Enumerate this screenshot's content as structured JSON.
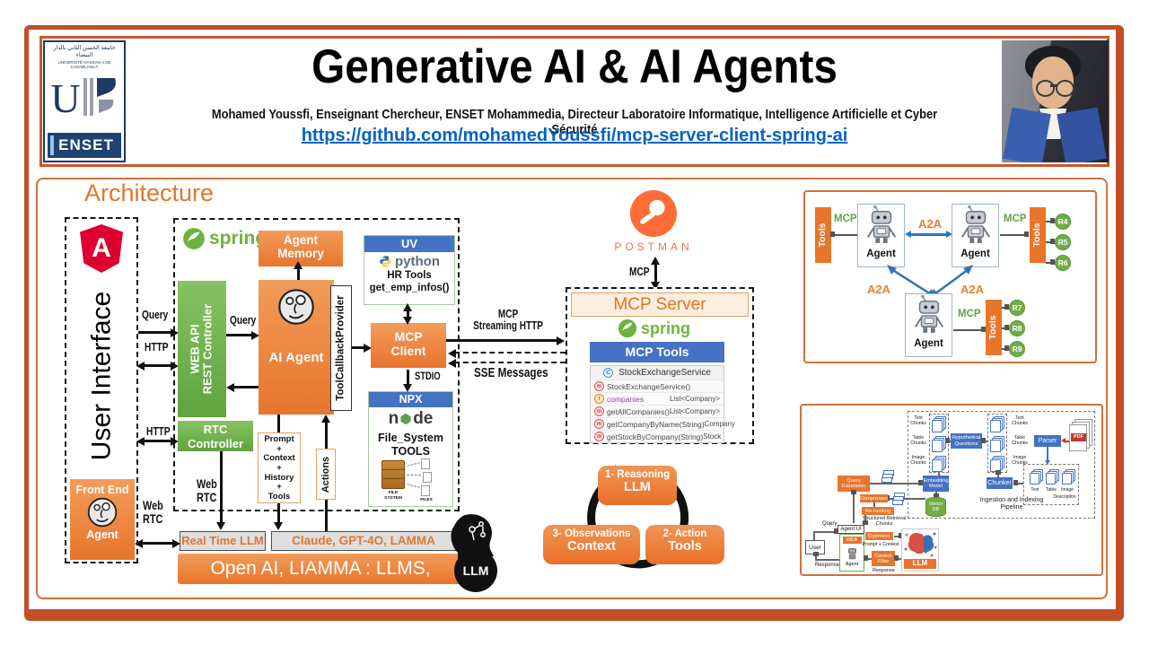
{
  "header": {
    "logo": {
      "arabic": "جامعة الحسن الثاني بالدار البيضاء",
      "university": "UNIVERSITÉ HASSAN II DE CASABLANCA",
      "monogram": "U",
      "enset": "ENSET"
    },
    "title": "Generative AI & AI Agents",
    "subtitle": "Mohamed Youssfi, Enseignant Chercheur, ENSET Mohammedia, Directeur Laboratoire Informatique, Intelligence Artificielle et Cyber Sécurité",
    "link": "https://github.com/mohamedYoussfi/mcp-server-client-spring-ai"
  },
  "arch": {
    "title": "Architecture",
    "user_interface": "User Interface",
    "front_end": {
      "line1": "Front End",
      "line2": "Agent"
    },
    "labels": {
      "query_ui": "Query",
      "http_ui": "HTTP",
      "http_rtc": "HTTP",
      "web_rtc_ui": "Web\nRTC",
      "web_rtc_ctrl": "Web\nRTC",
      "query_app": "Query",
      "stdio": "STDIO",
      "mcp_streaming": "MCP\nStreaming HTTP",
      "sse": "SSE Messages",
      "mcp_postman": "MCP"
    },
    "spring": "spring",
    "agent_memory": "Agent\nMemory",
    "web_api": "WEB API\nREST Controller",
    "ai_agent": "AI Agent",
    "tool_callback": "ToolCallbackProvider",
    "mcp_client": "MCP\nClient",
    "rtc": "RTC\nController",
    "prompt_stack": "Prompt\n+\nContext\n+\nHistory\n+\nTools",
    "actions": "Actions",
    "uv": {
      "header": "UV",
      "brand": "python",
      "tools": "HR Tools\nget_emp_infos()"
    },
    "npx": {
      "header": "NPX",
      "brand_n": "n",
      "brand_de": "de",
      "tools": "File_System\nTOOLS",
      "file_system": "FILE\nSYSTEM",
      "files": "FILES"
    },
    "real_time_llm": "Real Time LLM",
    "claude": "Claude, GPT-4O, LAMMA",
    "open_ai": "Open AI, LIAMMA : LLMS,",
    "llm_badge": "LLM",
    "postman": "POSTMAN"
  },
  "mcp_server": {
    "title": "MCP Server",
    "spring": "spring",
    "tools_header": "MCP Tools",
    "klass": "StockExchangeService",
    "rows": [
      {
        "icon": "m",
        "name": "StockExchangeService()",
        "type": ""
      },
      {
        "icon": "f",
        "name": "companies",
        "type": "List<Company>"
      },
      {
        "icon": "m",
        "name": "getAllCompanies()",
        "type": "List<Company>"
      },
      {
        "icon": "m",
        "name": "getCompanyByName(String)",
        "type": "Company"
      },
      {
        "icon": "m",
        "name": "getStockByCompany(String)",
        "type": "Stock"
      }
    ]
  },
  "cycle": {
    "b1t": "1- Reasoning",
    "b1b": "LLM",
    "b2t": "2- Action",
    "b2b": "Tools",
    "b3t": "3- Observations",
    "b3b": "Context"
  },
  "a2a": {
    "tools": "Tools",
    "agent": "Agent",
    "mcp": "MCP",
    "a2a": "A2A",
    "results": [
      "R4",
      "R5",
      "R6",
      "R7",
      "R8",
      "R9"
    ]
  },
  "rag": {
    "pipeline": "Ingestion and Indexing\nPipeline",
    "chunks": {
      "text": "Text\nChunks",
      "table": "Table\nChunks",
      "image": "Image\nChunks"
    },
    "hypothetical": "Hypothetical\nQuestions",
    "parser": "Parser",
    "pdf": "PDF",
    "chunker": "Chunker",
    "desc": {
      "text": "Text",
      "table": "Table",
      "image": "Image",
      "description": "Description"
    },
    "embedding": "Embedding\nModel",
    "vector_db": "Vector\nDB",
    "query_expansion": "Query\nExpansion",
    "compressor": "Compressor",
    "reranking": "Re-ranking",
    "structured": "Structured Retrieval\nChunks",
    "agent_ui": "Agent UI",
    "web": "WEB",
    "agent": "Agent",
    "user": "User",
    "query": "Query",
    "response_left": "Response",
    "optimizer": "Optimizer",
    "prompt_context": "Prompt + Context",
    "content_filter": "Content\nFilter",
    "response_right": "Response",
    "llm": "LLM"
  },
  "colors": {
    "accent_orange": "#ED7D31",
    "frame_orange": "#C44D28",
    "green": "#70AD47",
    "blue": "#4472C4",
    "spring_green": "#6DB33F",
    "angular_red": "#DD0031",
    "postman_orange": "#FF6C37",
    "link_blue": "#0563C1"
  }
}
